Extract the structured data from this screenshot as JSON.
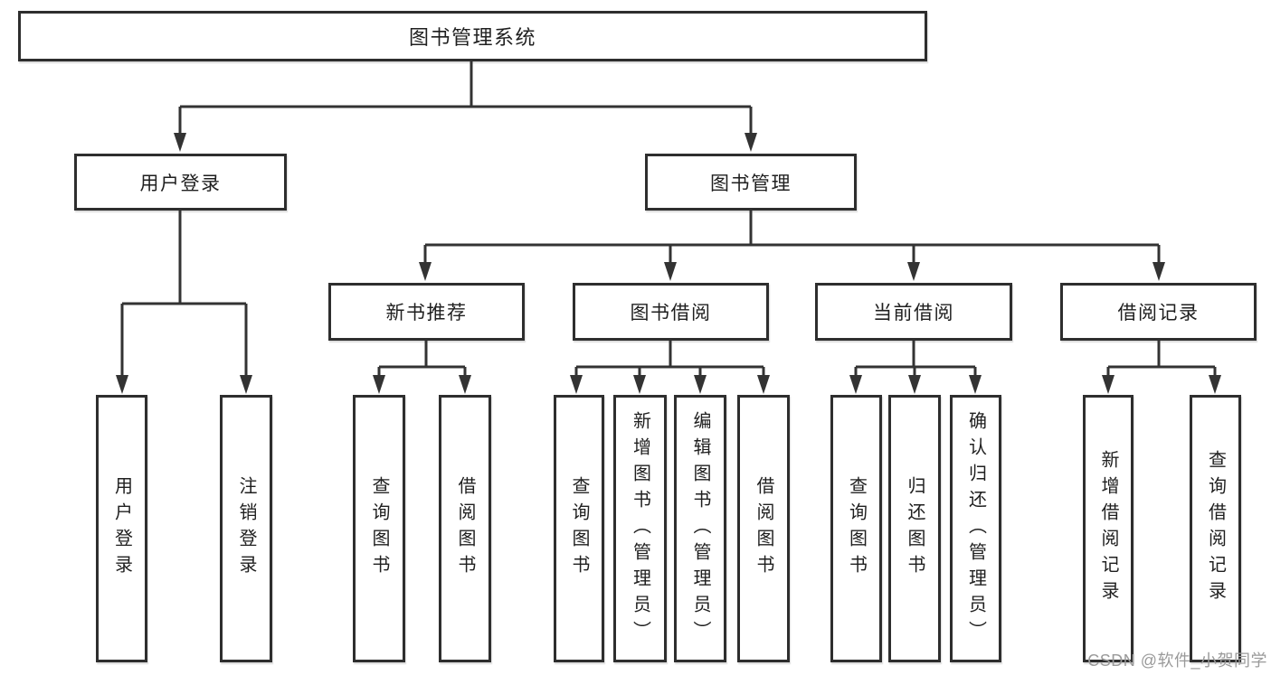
{
  "diagram": {
    "root": {
      "label": "图书管理系统"
    },
    "branches": [
      {
        "label": "用户登录",
        "children": [
          {
            "label": "用户登录"
          },
          {
            "label": "注销登录"
          }
        ]
      },
      {
        "label": "图书管理",
        "children": [
          {
            "label": "新书推荐",
            "children": [
              {
                "label": "查询图书"
              },
              {
                "label": "借阅图书"
              }
            ]
          },
          {
            "label": "图书借阅",
            "children": [
              {
                "label": "查询图书"
              },
              {
                "label": "新增图书（管理员）"
              },
              {
                "label": "编辑图书（管理员）"
              },
              {
                "label": "借阅图书"
              }
            ]
          },
          {
            "label": "当前借阅",
            "children": [
              {
                "label": "查询图书"
              },
              {
                "label": "归还图书"
              },
              {
                "label": "确认归还（管理员）"
              }
            ]
          },
          {
            "label": "借阅记录",
            "children": [
              {
                "label": "新增借阅记录"
              },
              {
                "label": "查询借阅记录"
              }
            ]
          }
        ]
      }
    ]
  },
  "watermark": {
    "text": "CSDN @软件_小贺同学"
  },
  "colors": {
    "line": "#333333",
    "box_border": "#2e2e2e",
    "text": "#1f1f1f",
    "watermark": "#9a9a9a",
    "background": "#ffffff"
  }
}
